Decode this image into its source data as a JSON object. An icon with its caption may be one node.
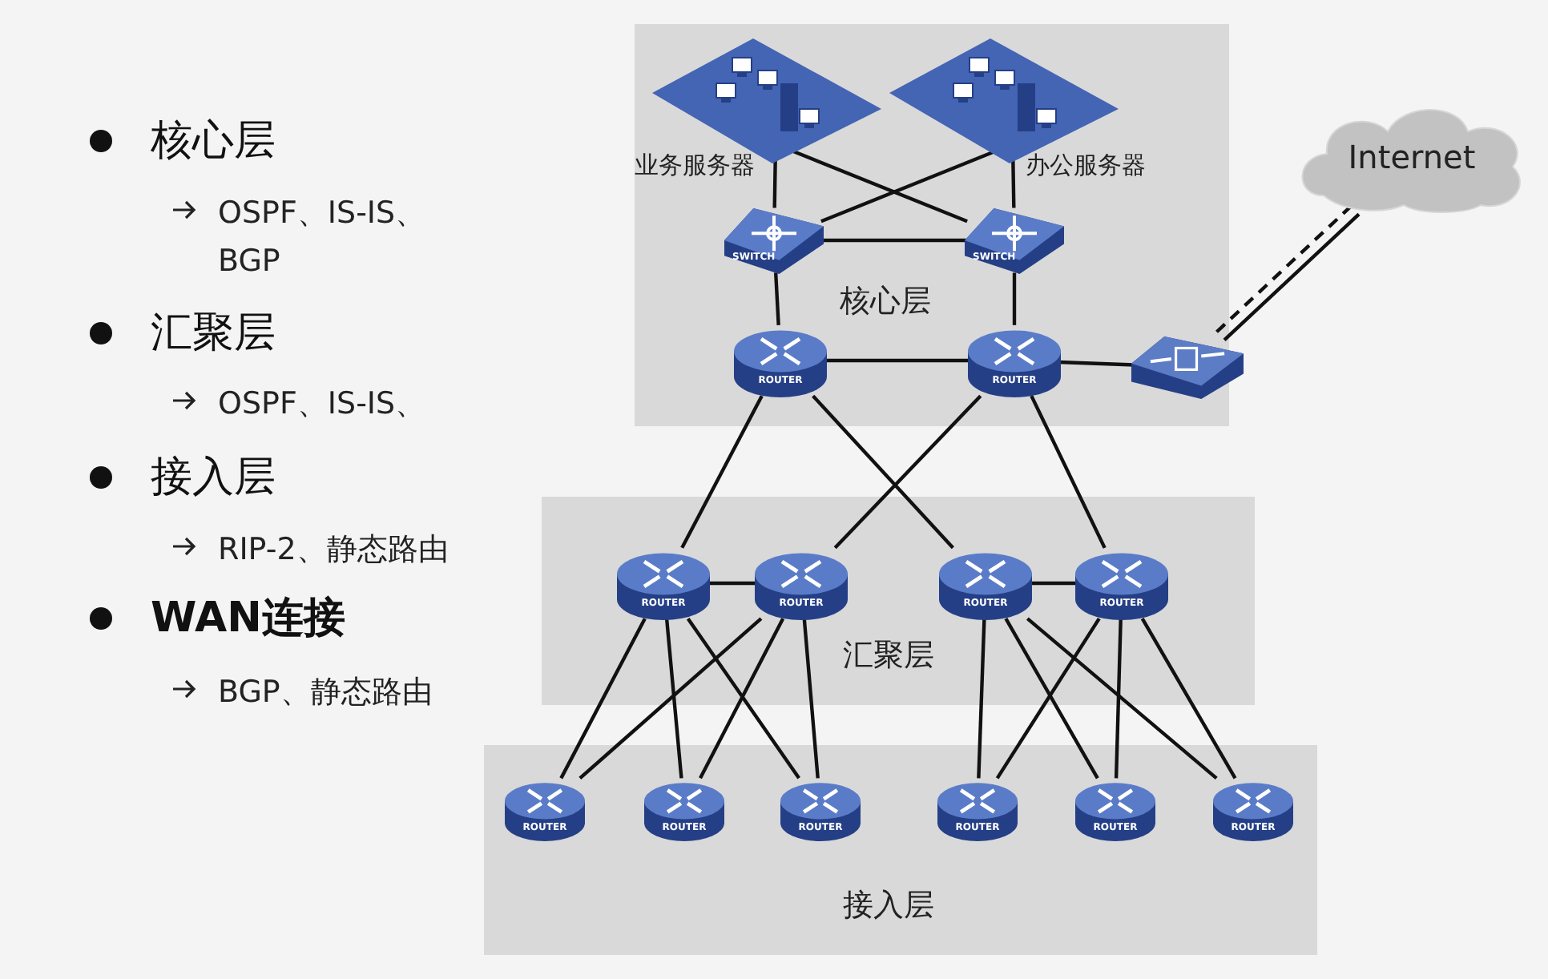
{
  "diagram": {
    "nodes": [
      {
        "text": [
          "核心层"
        ]
      },
      {
        "text": [
          "汇聚层"
        ]
      },
      {
        "text": [
          "接入层"
        ]
      },
      {
        "text": [
          "业务服务器"
        ],
        "in": 0
      },
      {
        "text": [
          "办公服务器"
        ],
        "in": 0
      },
      {
        "text": [
          "SWITCH"
        ],
        "in": 0
      },
      {
        "text": [
          "SWITCH"
        ],
        "in": 0
      },
      {
        "text": [
          "ROUTER"
        ],
        "in": 0
      },
      {
        "text": [
          "ROUTER"
        ],
        "in": 0
      },
      {
        "text": [],
        "shape": "box"
      },
      {
        "text": [
          "Internet"
        ]
      },
      {
        "text": [
          "ROUTER"
        ],
        "in": 1
      },
      {
        "text": [
          "ROUTER"
        ],
        "in": 1
      },
      {
        "text": [
          "ROUTER"
        ],
        "in": 1
      },
      {
        "text": [
          "ROUTER"
        ],
        "in": 1
      },
      {
        "text": [
          "ROUTER"
        ],
        "in": 2
      },
      {
        "text": [
          "ROUTER"
        ],
        "in": 2
      },
      {
        "text": [
          "ROUTER"
        ],
        "in": 2
      },
      {
        "text": [
          "ROUTER"
        ],
        "in": 2
      },
      {
        "text": [
          "ROUTER"
        ],
        "in": 2
      },
      {
        "text": [
          "ROUTER"
        ],
        "in": 2
      }
    ],
    "edges": [
      {
        "from": 3,
        "to": 5,
        "arrow": "none"
      },
      {
        "from": 3,
        "to": 6,
        "arrow": "none"
      },
      {
        "from": 4,
        "to": 5,
        "arrow": "none"
      },
      {
        "from": 4,
        "to": 6,
        "arrow": "none"
      },
      {
        "from": 5,
        "to": 6,
        "arrow": "none"
      },
      {
        "from": 5,
        "to": 7,
        "arrow": "none"
      },
      {
        "from": 6,
        "to": 8,
        "arrow": "none"
      },
      {
        "from": 7,
        "to": 8,
        "arrow": "none"
      },
      {
        "from": 8,
        "to": 9,
        "arrow": "none"
      },
      {
        "from": 9,
        "to": 10,
        "arrow": "none",
        "style": "dashed"
      },
      {
        "from": 9,
        "to": 10,
        "arrow": "none"
      },
      {
        "from": 7,
        "to": 11,
        "arrow": "none"
      },
      {
        "from": 7,
        "to": 13,
        "arrow": "none"
      },
      {
        "from": 8,
        "to": 12,
        "arrow": "none"
      },
      {
        "from": 8,
        "to": 14,
        "arrow": "none"
      },
      {
        "from": 11,
        "to": 12,
        "arrow": "none"
      },
      {
        "from": 13,
        "to": 14,
        "arrow": "none"
      },
      {
        "from": 11,
        "to": 15,
        "arrow": "none"
      },
      {
        "from": 11,
        "to": 16,
        "arrow": "none"
      },
      {
        "from": 11,
        "to": 17,
        "arrow": "none"
      },
      {
        "from": 12,
        "to": 15,
        "arrow": "none"
      },
      {
        "from": 12,
        "to": 16,
        "arrow": "none"
      },
      {
        "from": 12,
        "to": 17,
        "arrow": "none"
      },
      {
        "from": 13,
        "to": 18,
        "arrow": "none"
      },
      {
        "from": 13,
        "to": 19,
        "arrow": "none"
      },
      {
        "from": 13,
        "to": 20,
        "arrow": "none"
      },
      {
        "from": 14,
        "to": 18,
        "arrow": "none"
      },
      {
        "from": 14,
        "to": 19,
        "arrow": "none"
      },
      {
        "from": 14,
        "to": 20,
        "arrow": "none"
      }
    ],
    "labels": [
      "核心层",
      "OSPF、IS-IS、 BGP",
      "汇聚层",
      "OSPF、IS-IS、",
      "接入层",
      "RIP-2、静态路由",
      "WAN连接",
      "BGP、静态路由"
    ]
  }
}
